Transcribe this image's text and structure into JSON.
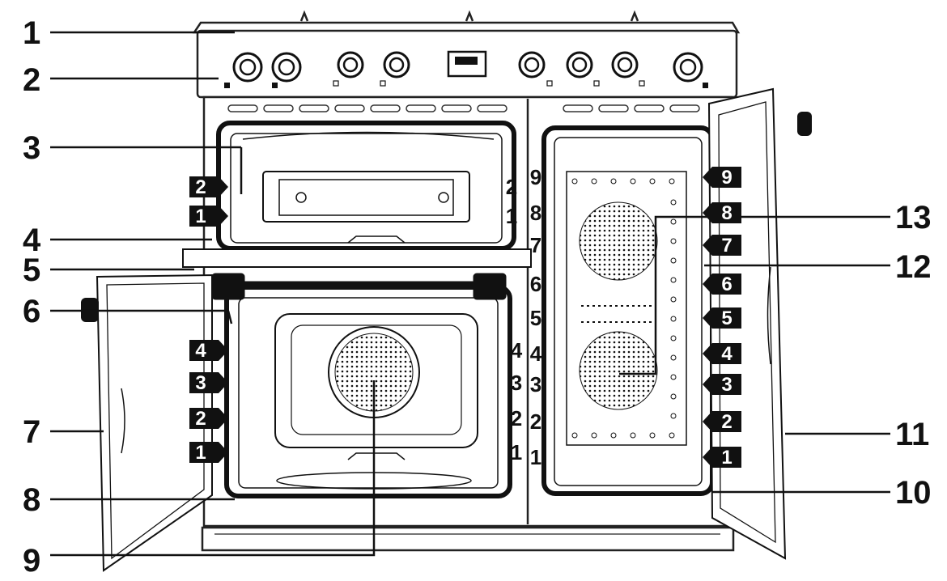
{
  "callouts_left": [
    "1",
    "2",
    "3",
    "4",
    "5",
    "6",
    "7",
    "8",
    "9"
  ],
  "callouts_right": [
    "13",
    "12",
    "11",
    "10"
  ],
  "top_oven_shelves": [
    "2",
    "1"
  ],
  "top_oven_rack_numbers": [
    "2",
    "1"
  ],
  "bottom_left_shelves": [
    "4",
    "3",
    "2",
    "1"
  ],
  "bottom_left_rack_numbers": [
    "4",
    "3",
    "2",
    "1"
  ],
  "right_oven_rack_numbers": [
    "9",
    "8",
    "7",
    "6",
    "5",
    "4",
    "3",
    "2",
    "1"
  ],
  "right_oven_shelves": [
    "9",
    "8",
    "7",
    "6",
    "5",
    "4",
    "3",
    "2",
    "1"
  ],
  "colors": {
    "ink": "#111111",
    "line": "#333333",
    "paper": "#ffffff"
  },
  "icons": [
    "control-knob-icon",
    "display-panel-icon",
    "convection-fan-icon",
    "door-handle-icon"
  ]
}
